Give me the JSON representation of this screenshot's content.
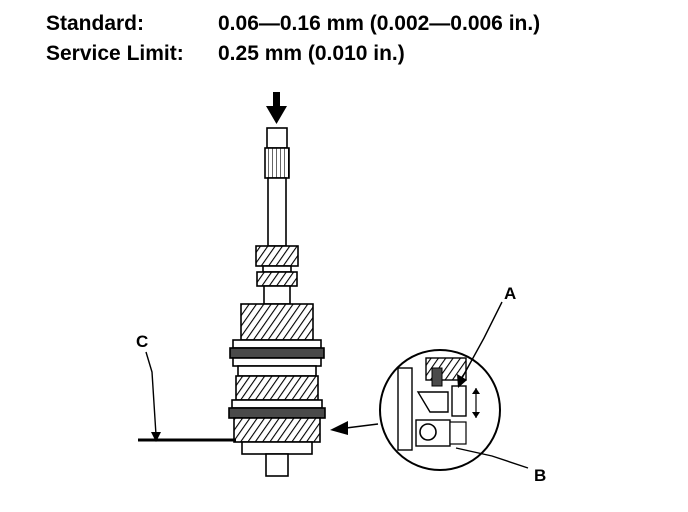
{
  "specs": {
    "standard": {
      "label": "Standard:",
      "value": "0.06—0.16 mm (0.002—0.006 in.)"
    },
    "service_limit": {
      "label": "Service Limit:",
      "value": "0.25 mm (0.010 in.)"
    }
  },
  "callouts": {
    "a": "A",
    "b": "B",
    "c": "C"
  },
  "colors": {
    "ink": "#000000",
    "paper": "#ffffff",
    "tone": "#4a4a4a"
  }
}
